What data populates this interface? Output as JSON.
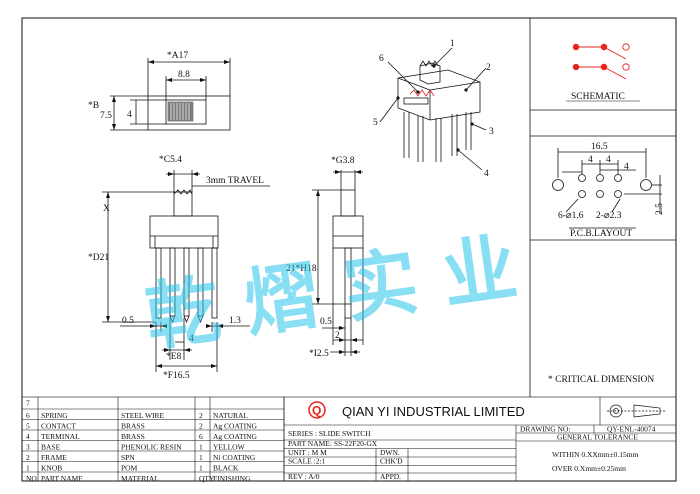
{
  "watermark": "乾 熠 实 业",
  "views": {
    "top": {
      "a": "*A17",
      "b": "*B",
      "b_val": "7.5",
      "w88": "8.8",
      "h4": "4"
    },
    "front": {
      "c": "*C5.4",
      "travel": "3mm TRAVEL",
      "x": "X",
      "d": "*D21",
      "p05": "0.5",
      "p13": "1.3",
      "p4": "4",
      "e": "*E8",
      "f": "*F16.5"
    },
    "side": {
      "g": "*G3.8",
      "h": "21*H18",
      "p05": "0.5",
      "p2": "2",
      "i": "*I2.5"
    },
    "iso": {
      "callouts": [
        "1",
        "2",
        "3",
        "4",
        "5",
        "6"
      ]
    },
    "pcb": {
      "w": "16.5",
      "s1": "4",
      "s2": "4",
      "s3": "4",
      "holes6": "6-⌀1.6",
      "holes2": "2-⌀2.3",
      "h": "2.5",
      "title": "P.C.B.LAYOUT"
    },
    "schematic_title": "SCHEMATIC",
    "critical": "* CRITICAL  DIMENSION"
  },
  "parts": {
    "rows": [
      {
        "no": "7",
        "name": "",
        "material": "",
        "qty": "",
        "finish": ""
      },
      {
        "no": "6",
        "name": "SPRING",
        "material": "STEEL WIRE",
        "qty": "2",
        "finish": "NATURAL"
      },
      {
        "no": "5",
        "name": "CONTACT",
        "material": "BRASS",
        "qty": "2",
        "finish": "Ag COATING"
      },
      {
        "no": "4",
        "name": "TERMINAL",
        "material": "BRASS",
        "qty": "6",
        "finish": "Ag COATING"
      },
      {
        "no": "3",
        "name": "BASE",
        "material": "PHENOLIC RESIN",
        "qty": "1",
        "finish": "YELLOW"
      },
      {
        "no": "2",
        "name": "FRAME",
        "material": "SPN",
        "qty": "1",
        "finish": "Ni COATING"
      },
      {
        "no": "1",
        "name": "KNOB",
        "material": "POM",
        "qty": "1",
        "finish": "BLACK"
      }
    ],
    "header": {
      "no": "NO",
      "name": "PART NAME",
      "material": "MATERIAL",
      "qty": "QTY",
      "finish": "FINISHING"
    }
  },
  "title_block": {
    "logo_letter": "Q",
    "company": "QIAN YI INDUSTRIAL LIMITED",
    "series": "SERIES : SLIDE SWITCH",
    "part_name": "PART NAME: SS-22F20-GX",
    "unit": "UNIT : M M",
    "scale": "SCALE :2:1",
    "rev": "REV  : A/0",
    "dwn": "DWN.",
    "chkd": "CHK'D",
    "appd": "APPD.",
    "drawing_no": "DRAWING NO:",
    "drawing_val": "QY-ENL-40074",
    "tolerance": "GENERAL TOLERANCE",
    "within": "WITHIN 0.XXmm±0.15mm",
    "over": "OVER   0.Xmm±0.25mm"
  }
}
